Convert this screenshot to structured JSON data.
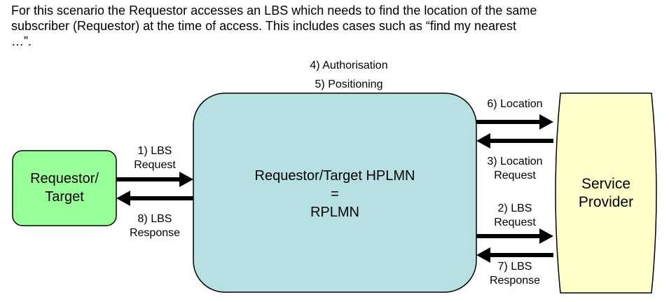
{
  "intro_lines": [
    "For this scenario the Requestor accesses an LBS which needs to find the location of the same",
    "subscriber (Requestor) at the time of access. This includes cases such as “find my nearest",
    "…”."
  ],
  "nodes": {
    "requestor": {
      "line1": "Requestor/",
      "line2": "Target",
      "fill": "#99ff99"
    },
    "hplmn": {
      "line1": "Requestor/Target HPLMN",
      "line2": "=",
      "line3": "RPLMN",
      "fill": "#b7e0e2"
    },
    "provider": {
      "line1": "Service",
      "line2": "Provider",
      "fill": "#ffffcc"
    }
  },
  "steps": {
    "s1": {
      "line1": "1) LBS",
      "line2": "Request"
    },
    "s2": {
      "line1": "2) LBS",
      "line2": "Request"
    },
    "s3": {
      "line1": "3) Location",
      "line2": "Request"
    },
    "s4": "4) Authorisation",
    "s5": "5) Positioning",
    "s6": "6) Location",
    "s7": {
      "line1": "7) LBS",
      "line2": "Response"
    },
    "s8": {
      "line1": "8) LBS",
      "line2": "Response"
    }
  }
}
